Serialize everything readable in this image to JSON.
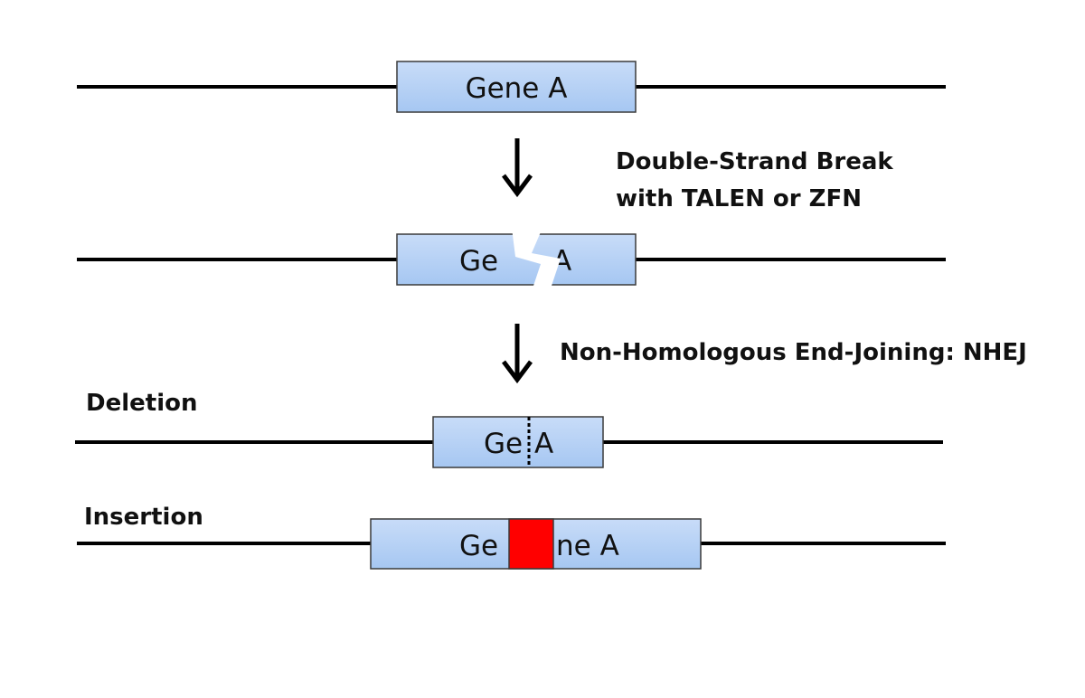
{
  "colors": {
    "line": "#000000",
    "gene_fill_top": "#c8dcf8",
    "gene_fill_bottom": "#a9c9f2",
    "gene_stroke": "#3a3a3a",
    "insertion": "#ff0000"
  },
  "stage1": {
    "gene_label": "Gene A"
  },
  "step1": {
    "line1": "Double-Strand Break",
    "line2": "with TALEN or ZFN"
  },
  "stage2": {
    "gene_left": "Ge",
    "gene_right": "A"
  },
  "step2": {
    "label": "Non-Homologous End-Joining: NHEJ"
  },
  "deletion": {
    "title": "Deletion",
    "gene_left": "Ge",
    "gene_right": "A"
  },
  "insertion": {
    "title": "Insertion",
    "gene_left": "Ge",
    "gene_right": "ne A"
  }
}
